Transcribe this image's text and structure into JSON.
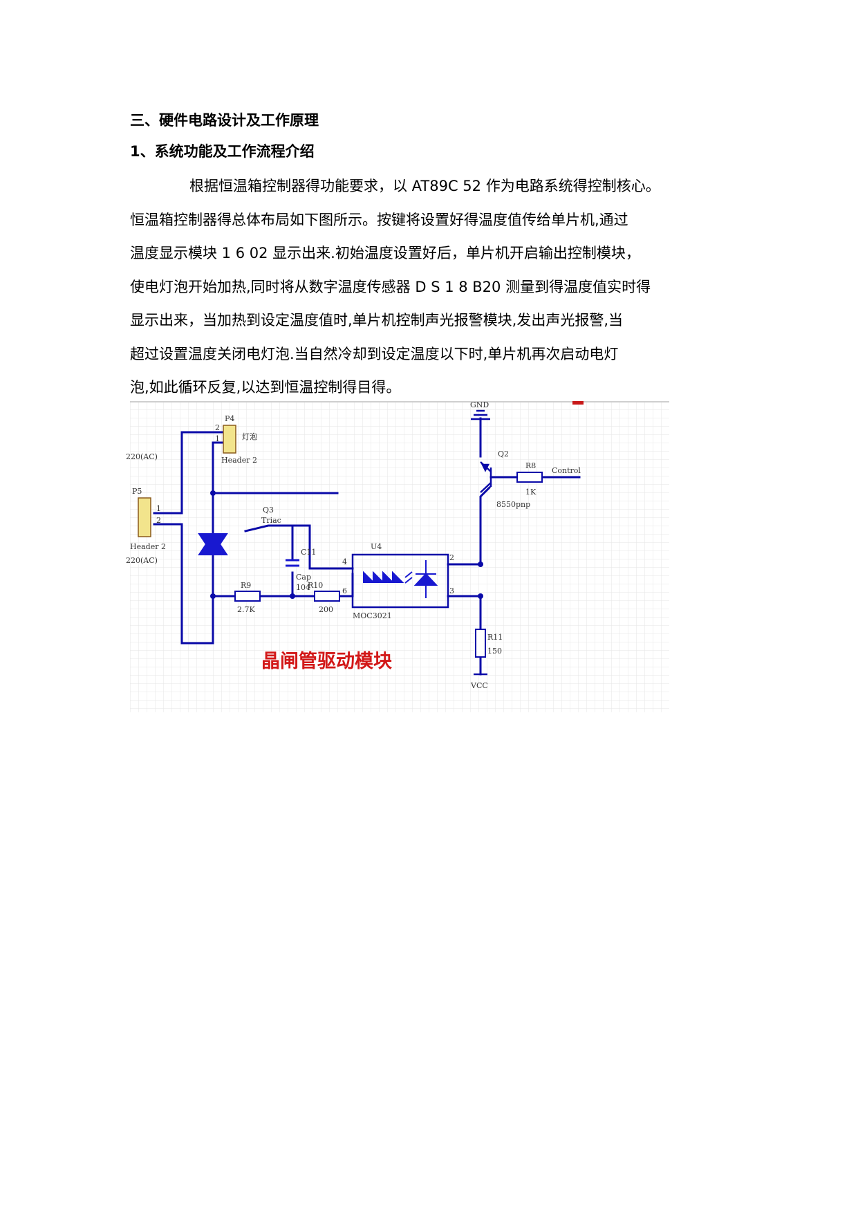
{
  "section_heading": "三、硬件电路设计及工作原理",
  "sub_heading": "1、系统功能及工作流程介绍",
  "paragraph_lines": [
    "根据恒温箱控制器得功能要求，以 AT89C 52 作为电路系统得控制核心。",
    "恒温箱控制器得总体布局如下图所示。按键将设置好得温度值传给单片机,通过",
    "温度显示模块 1 6 02 显示出来.初始温度设置好后，单片机开启输出控制模块，",
    "使电灯泡开始加热,同时将从数字温度传感器 D S 1 8 B20 测量到得温度值实时得",
    "显示出来，当加热到设定温度值时,单片机控制声光报警模块,发出声光报警,当",
    "超过设置温度关闭电灯泡.当自然冷却到设定温度以下时,单片机再次启动电灯",
    "泡,如此循环反复,以达到恒温控制得目得。"
  ],
  "schematic": {
    "caption": "晶闸管驱动模块",
    "labels": {
      "p4": "P4",
      "p4_pin2": "2",
      "p4_pin1": "1",
      "p4_header": "Header 2",
      "lamp": "灯泡",
      "ac_top": "220(AC)",
      "ac_bottom": "220(AC)",
      "p5": "P5",
      "p5_pin1": "1",
      "p5_pin2": "2",
      "p5_header": "Header 2",
      "q3": "Q3",
      "triac": "Triac",
      "c11": "C11",
      "cap": "Cap",
      "cap_value": "104",
      "r9": "R9",
      "r9_value": "2.7K",
      "r10": "R10",
      "r10_value": "200",
      "u4": "U4",
      "u4_pin4": "4",
      "u4_pin6": "6",
      "u4_pin2": "2",
      "u4_pin3": "3",
      "moc": "MOC3021",
      "gnd": "GND",
      "q2": "Q2",
      "q2_type": "8550pnp",
      "r8": "R8",
      "r8_value": "1K",
      "control": "Control",
      "r11": "R11",
      "r11_value": "150",
      "vcc": "VCC"
    }
  },
  "colors": {
    "wire": "#0a0aa8",
    "component": "#1818d0",
    "header_fill": "#f2e48c",
    "header_stroke": "#8a5a1c",
    "caption": "#d21818",
    "grid": "#e6e6e6"
  }
}
